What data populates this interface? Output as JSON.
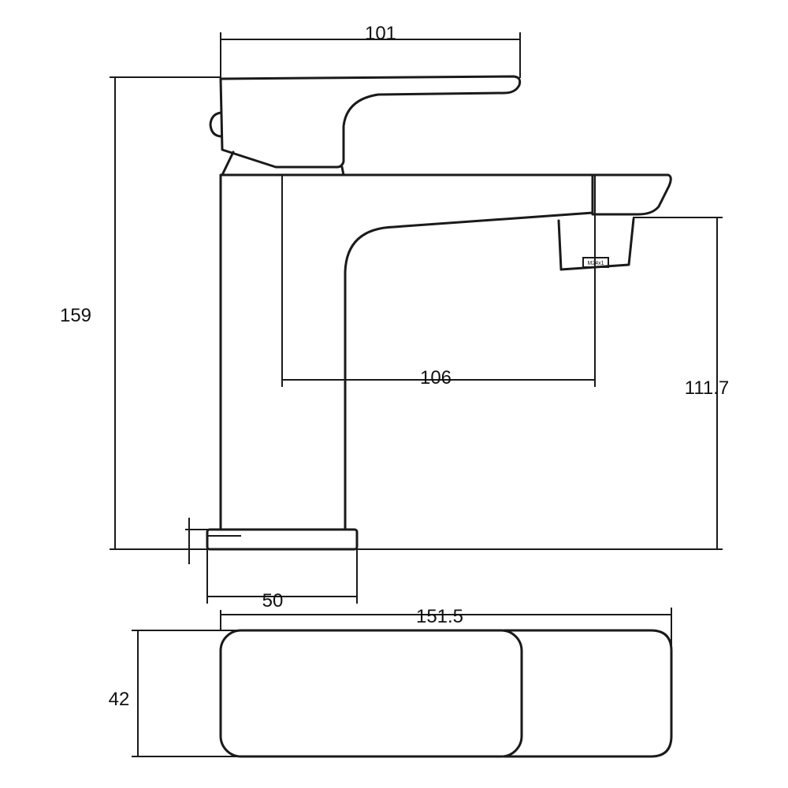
{
  "diagram": {
    "dimensions": {
      "handle_width": "101",
      "total_height": "159",
      "spout_reach": "106",
      "spout_height": "111.7",
      "base_width": "50",
      "total_length": "151.5",
      "top_depth": "42"
    },
    "aerator_marking": "M24x1",
    "colors": {
      "line": "#1a1a1a",
      "background": "#ffffff"
    }
  }
}
